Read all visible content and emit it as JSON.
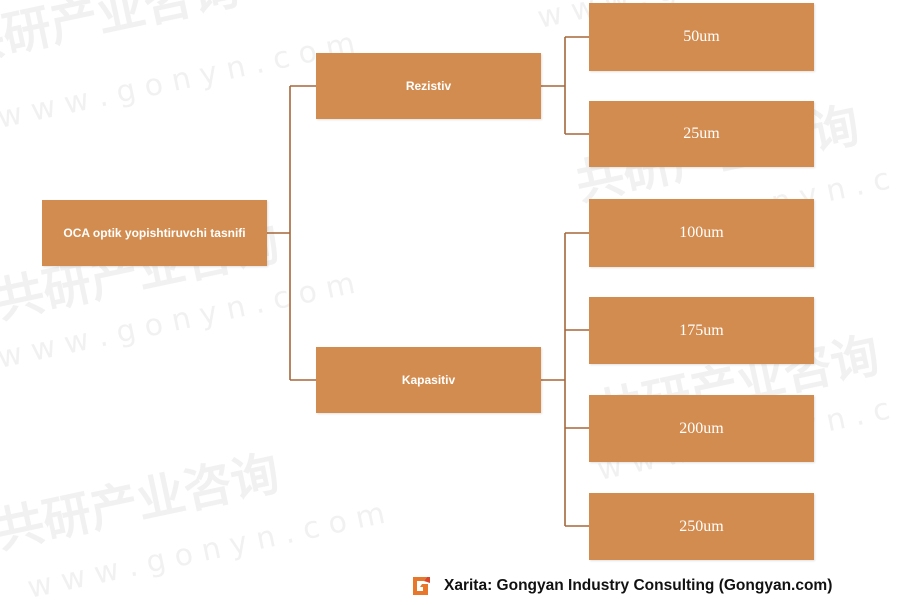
{
  "diagram": {
    "root": {
      "label": "OCA optik yopishtiruvchi tasnifi"
    },
    "branches": [
      {
        "label": "Rezistiv",
        "children": [
          "50um",
          "25um"
        ]
      },
      {
        "label": "Kapasitiv",
        "children": [
          "100um",
          "175um",
          "200um",
          "250um"
        ]
      }
    ]
  },
  "footer": {
    "source": "Xarita: Gongyan Industry Consulting (Gongyan.com)",
    "logo_icon": "gongyan-g-logo-icon"
  },
  "watermark": {
    "chinese": "共研产业咨询",
    "latin": "w w w . g o n y n . c o m"
  },
  "colors": {
    "node_fill": "#d38c4f",
    "connector": "#a5673a",
    "logo_orange": "#e8762b",
    "logo_red": "#d9472b"
  }
}
